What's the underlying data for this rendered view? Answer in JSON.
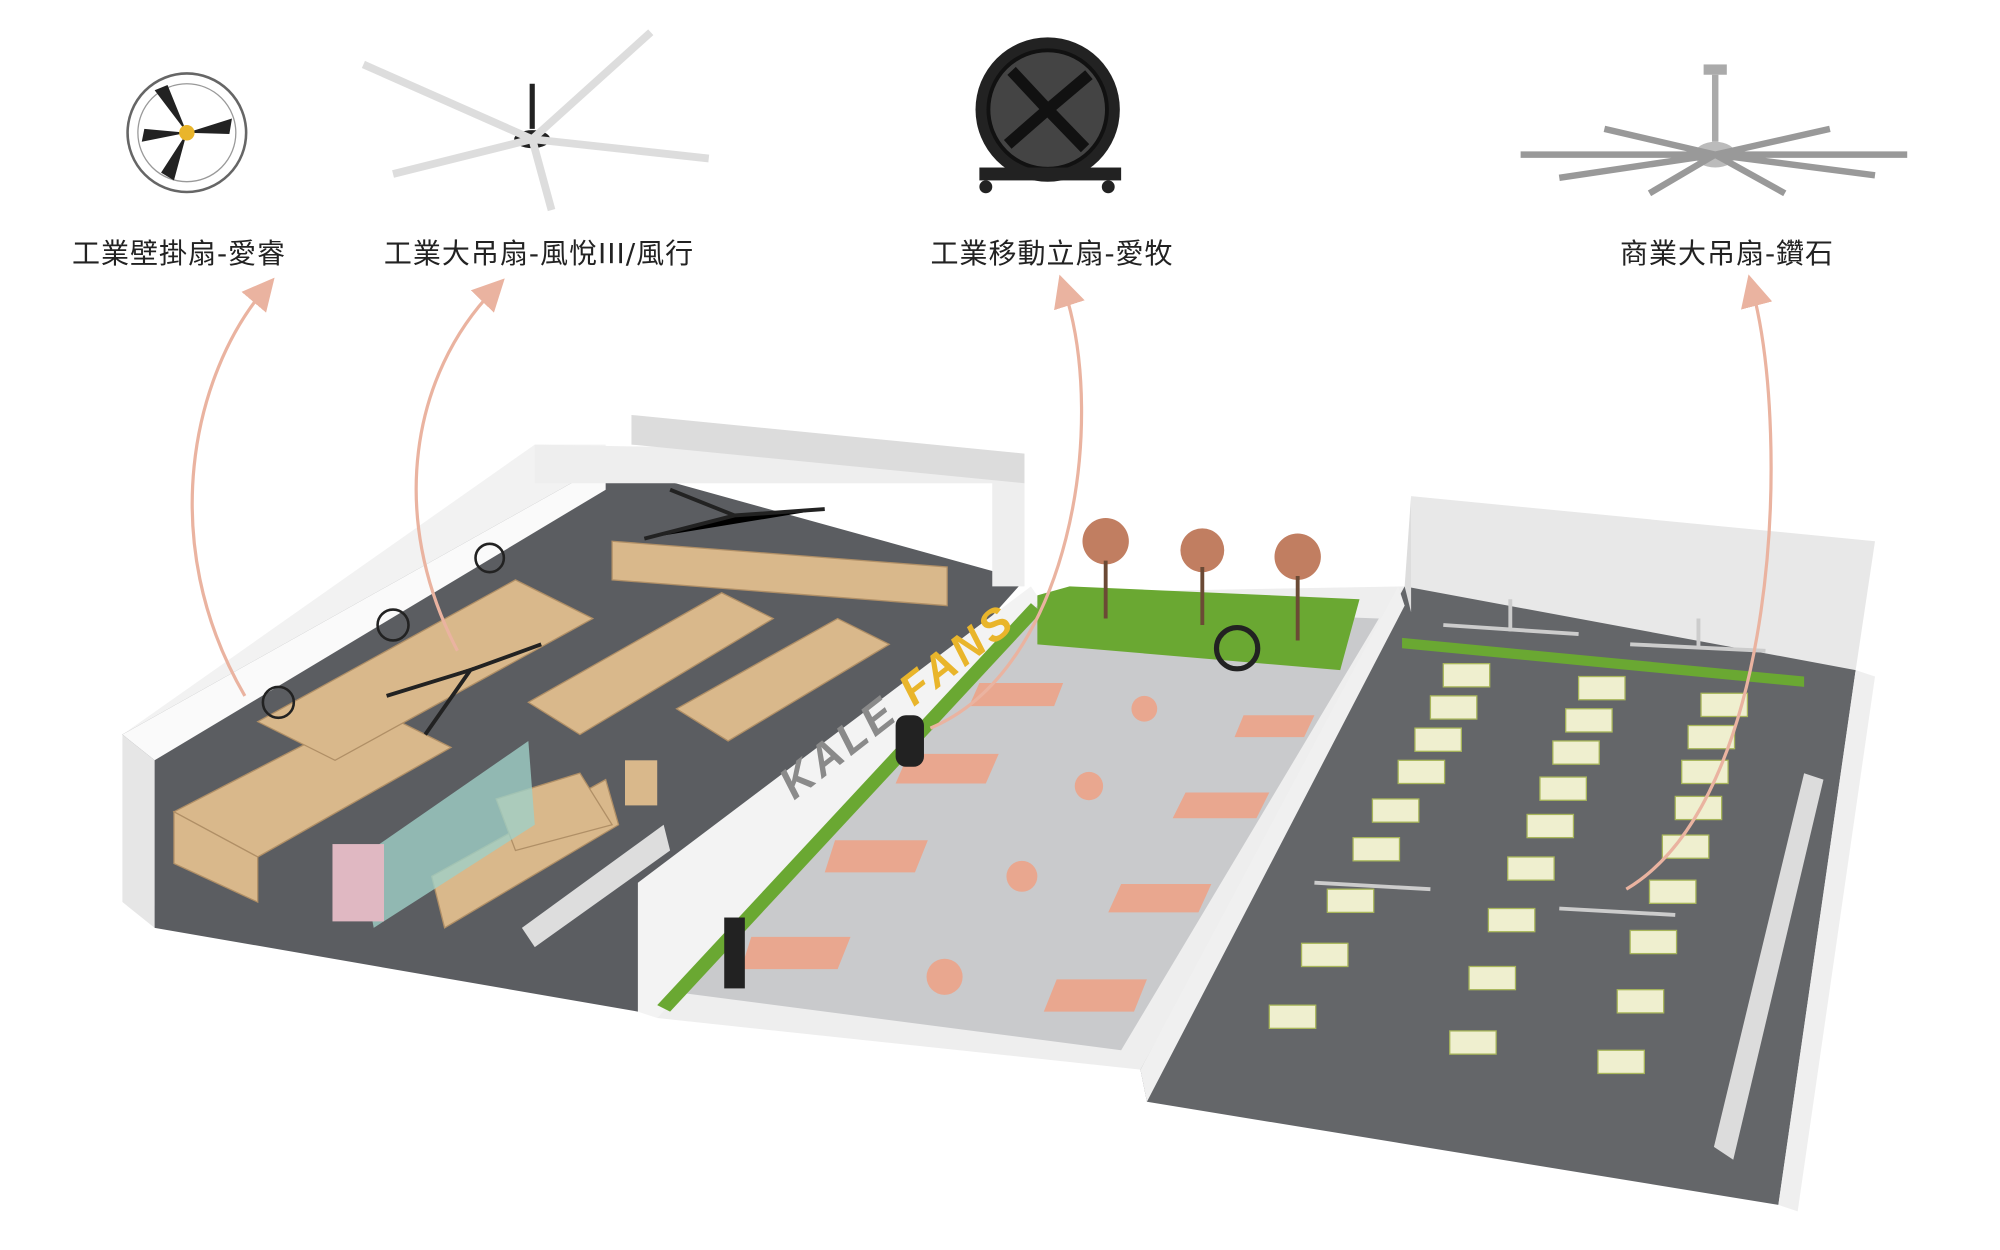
{
  "labels": [
    {
      "text": "工業壁掛扇-愛睿"
    },
    {
      "text": "工業大吊扇-風悅III/風行"
    },
    {
      "text": "工業移動立扇-愛牧"
    },
    {
      "text": "商業大吊扇-鑽石"
    }
  ],
  "brand": {
    "part1": "KALE",
    "part2": "FANS"
  },
  "colors": {
    "arrow": "#eab3a0",
    "brand_yellow": "#e9b52b",
    "brand_gray": "#8a8a8a",
    "grass": "#6aa832",
    "court": "#e9a78f"
  }
}
